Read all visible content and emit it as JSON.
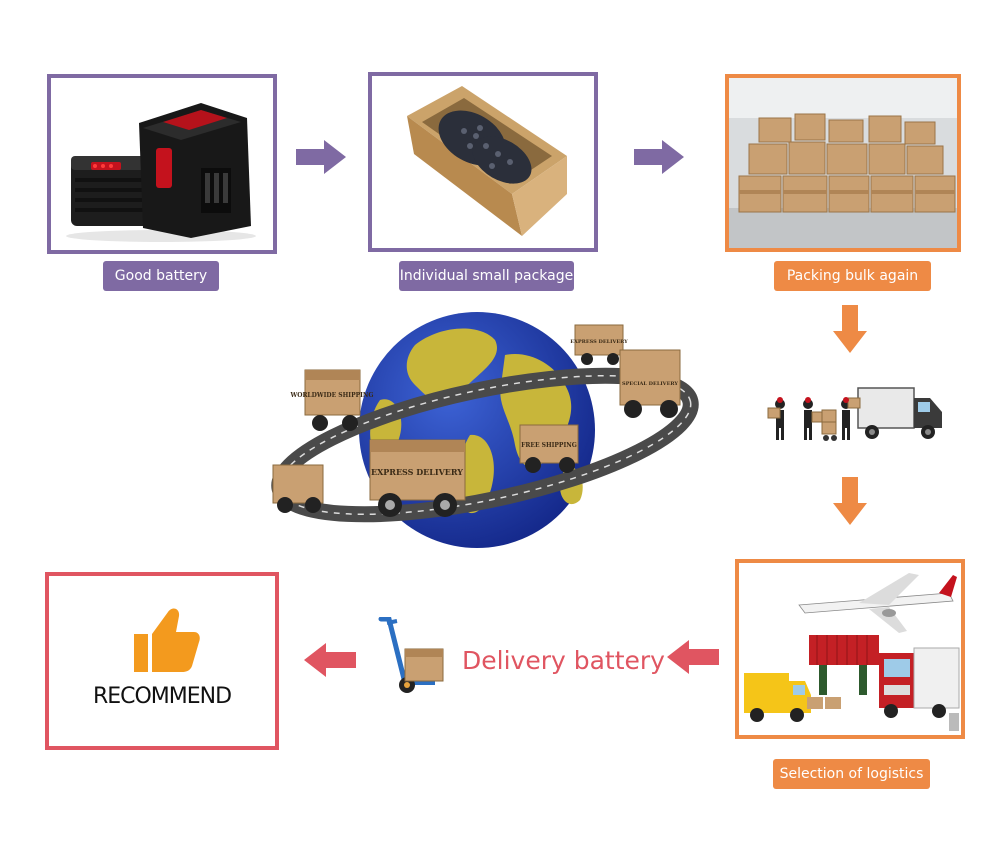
{
  "steps": {
    "good_battery": "Good battery",
    "individual_package": "Individual small package",
    "packing_bulk": "Packing bulk again",
    "selection_logistics": "Selection of logistics",
    "delivery": "Delivery battery",
    "recommend": "RECOMMEND"
  },
  "globe_badges": {
    "worldwide": "WORLDWIDE SHIPPING",
    "express_top": "EXPRESS DELIVERY",
    "special": "SPECIAL DELIVERY",
    "express_front": "EXPRESS DELIVERY",
    "free": "FREE SHIPPING"
  },
  "colors": {
    "purple": "#7f6aa3",
    "orange": "#ee8a45",
    "red": "#e05561",
    "globe_ocean": "#1f3fa6",
    "globe_land": "#c8b63a"
  },
  "icons": [
    "arrow-right-icon",
    "arrow-down-icon",
    "arrow-left-icon",
    "thumbs-up-icon",
    "hand-truck-icon",
    "globe-icon"
  ]
}
